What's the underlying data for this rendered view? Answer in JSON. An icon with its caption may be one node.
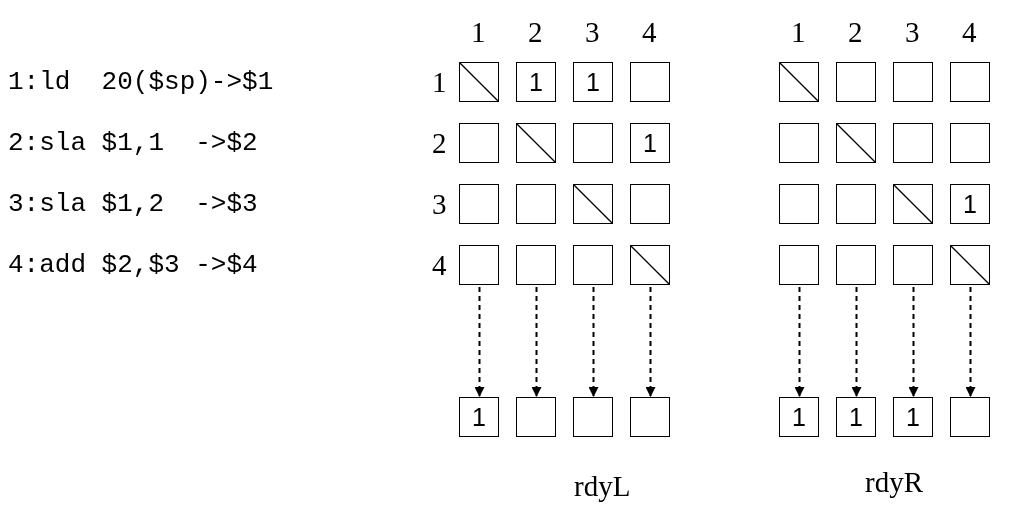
{
  "diagram": {
    "nodes": [
      {
        "text": [],
        "shape": "box"
      },
      {
        "text": [
          "1"
        ]
      },
      {
        "text": [
          "1"
        ]
      },
      {
        "text": [],
        "shape": "box"
      },
      {
        "text": [],
        "shape": "box"
      },
      {
        "text": [],
        "shape": "box"
      },
      {
        "text": [],
        "shape": "box"
      },
      {
        "text": [
          "1"
        ]
      },
      {
        "text": [],
        "shape": "box"
      },
      {
        "text": [],
        "shape": "box"
      },
      {
        "text": [],
        "shape": "box"
      },
      {
        "text": [],
        "shape": "box"
      },
      {
        "text": [],
        "shape": "box"
      },
      {
        "text": [],
        "shape": "box"
      },
      {
        "text": [],
        "shape": "box"
      },
      {
        "text": [],
        "shape": "box"
      },
      {
        "text": [],
        "shape": "box"
      },
      {
        "text": [],
        "shape": "box"
      },
      {
        "text": [],
        "shape": "box"
      },
      {
        "text": [],
        "shape": "box"
      },
      {
        "text": [],
        "shape": "box"
      },
      {
        "text": [],
        "shape": "box"
      },
      {
        "text": [],
        "shape": "box"
      },
      {
        "text": [],
        "shape": "box"
      },
      {
        "text": [],
        "shape": "box"
      },
      {
        "text": [],
        "shape": "box"
      },
      {
        "text": [],
        "shape": "box"
      },
      {
        "text": [
          "1"
        ]
      },
      {
        "text": [],
        "shape": "box"
      },
      {
        "text": [],
        "shape": "box"
      },
      {
        "text": [],
        "shape": "box"
      },
      {
        "text": [],
        "shape": "box"
      },
      {
        "text": [
          "1"
        ]
      },
      {
        "text": [],
        "shape": "box"
      },
      {
        "text": [],
        "shape": "box"
      },
      {
        "text": [],
        "shape": "box"
      },
      {
        "text": [
          "1"
        ]
      },
      {
        "text": [
          "1"
        ]
      },
      {
        "text": [
          "1"
        ]
      },
      {
        "text": [],
        "shape": "box"
      }
    ],
    "edges": [
      {
        "from": 12,
        "to": 32,
        "arrow": "to",
        "style": "dashed"
      },
      {
        "from": 13,
        "to": 33,
        "arrow": "to",
        "style": "dashed"
      },
      {
        "from": 14,
        "to": 34,
        "arrow": "to",
        "style": "dashed"
      },
      {
        "from": 15,
        "to": 35,
        "arrow": "to",
        "style": "dashed"
      },
      {
        "from": 28,
        "to": 36,
        "arrow": "to",
        "style": "dashed"
      },
      {
        "from": 29,
        "to": 37,
        "arrow": "to",
        "style": "dashed"
      },
      {
        "from": 30,
        "to": 38,
        "arrow": "to",
        "style": "dashed"
      },
      {
        "from": 31,
        "to": 39,
        "arrow": "to",
        "style": "dashed"
      }
    ],
    "labels": [
      "1",
      "2",
      "3",
      "4",
      "1",
      "2",
      "3",
      "4",
      "1:ld  20($sp)->$1",
      "1",
      "2:sla $1,1  ->$2",
      "2",
      "3:sla $1,2  ->$3",
      "3",
      "4:add $2,$3 ->$4",
      "4",
      "rdyL",
      "rdyR"
    ]
  }
}
